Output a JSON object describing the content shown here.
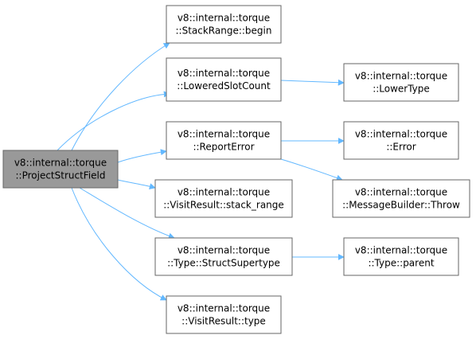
{
  "colors": {
    "node_fill": "#ffffff",
    "root_fill": "#999999",
    "border": "#666666",
    "edge": "#63b8ff",
    "text": "#000000"
  },
  "nodes": [
    {
      "id": "root",
      "lines": [
        "v8::internal::torque",
        "::ProjectStructField"
      ],
      "root": true
    },
    {
      "id": "stackrange_begin",
      "lines": [
        "v8::internal::torque",
        "::StackRange::begin"
      ]
    },
    {
      "id": "lowered_slot_count",
      "lines": [
        "v8::internal::torque",
        "::LoweredSlotCount"
      ]
    },
    {
      "id": "lower_type",
      "lines": [
        "v8::internal::torque",
        "::LowerType"
      ]
    },
    {
      "id": "report_error",
      "lines": [
        "v8::internal::torque",
        "::ReportError"
      ]
    },
    {
      "id": "error",
      "lines": [
        "v8::internal::torque",
        "::Error"
      ]
    },
    {
      "id": "visitresult_stack_range",
      "lines": [
        "v8::internal::torque",
        "::VisitResult::stack_range"
      ]
    },
    {
      "id": "messagebuilder_throw",
      "lines": [
        "v8::internal::torque",
        "::MessageBuilder::Throw"
      ]
    },
    {
      "id": "type_struct_supertype",
      "lines": [
        "v8::internal::torque",
        "::Type::StructSupertype"
      ]
    },
    {
      "id": "type_parent",
      "lines": [
        "v8::internal::torque",
        "::Type::parent"
      ]
    },
    {
      "id": "visitresult_type",
      "lines": [
        "v8::internal::torque",
        "::VisitResult::type"
      ]
    }
  ],
  "edges": [
    {
      "from": "root",
      "to": "stackrange_begin"
    },
    {
      "from": "root",
      "to": "lowered_slot_count"
    },
    {
      "from": "root",
      "to": "report_error"
    },
    {
      "from": "root",
      "to": "visitresult_stack_range"
    },
    {
      "from": "root",
      "to": "type_struct_supertype"
    },
    {
      "from": "root",
      "to": "visitresult_type"
    },
    {
      "from": "lowered_slot_count",
      "to": "lower_type"
    },
    {
      "from": "report_error",
      "to": "error"
    },
    {
      "from": "report_error",
      "to": "messagebuilder_throw"
    },
    {
      "from": "type_struct_supertype",
      "to": "type_parent"
    }
  ]
}
